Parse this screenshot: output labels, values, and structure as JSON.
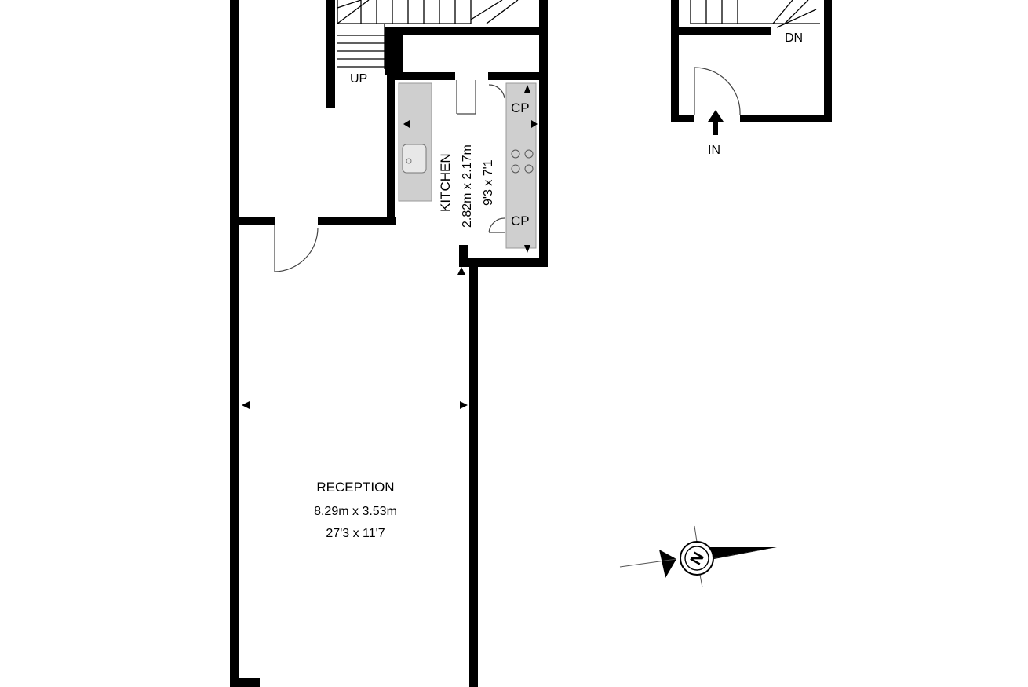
{
  "rooms": {
    "reception": {
      "name": "RECEPTION",
      "metric": "8.29m x 3.53m",
      "imperial": "27'3 x 11'7"
    },
    "kitchen": {
      "name": "KITCHEN",
      "metric": "2.82m x 2.17m",
      "imperial": "9'3 x 7'1"
    }
  },
  "labels": {
    "up": "UP",
    "down": "DN",
    "entrance": "IN",
    "cupboard_top": "CP",
    "cupboard_bottom": "CP",
    "compass_north": "N"
  },
  "colors": {
    "walls": "#000000",
    "fixtures": "#cfcfcf",
    "background": "#ffffff"
  },
  "icons": [
    "compass-icon",
    "entrance-arrow-icon",
    "sink-icon",
    "hob-icon"
  ]
}
